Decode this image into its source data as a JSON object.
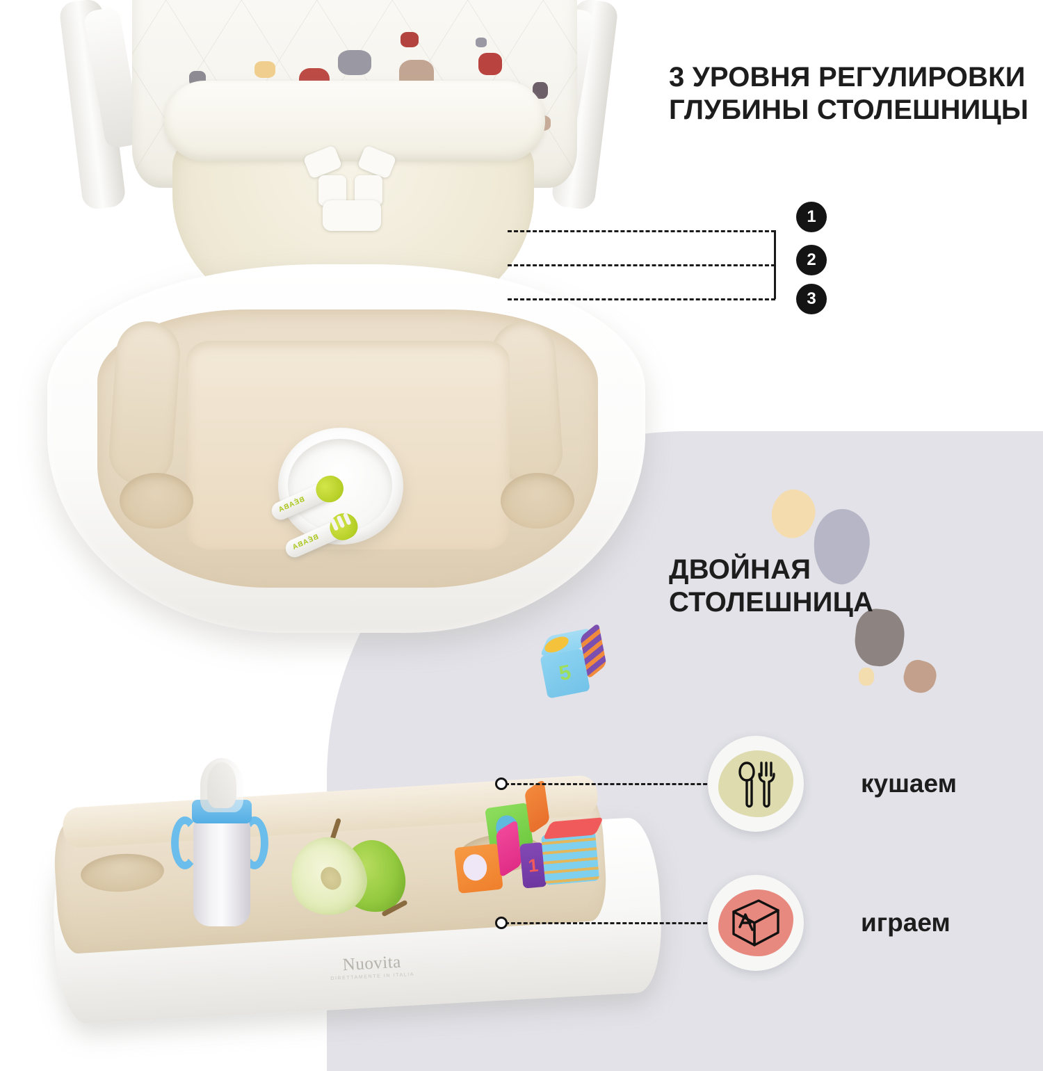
{
  "headings": {
    "depth_adjust": "3 УРОВНЯ РЕГУЛИРОВКИ\nГЛУБИНЫ СТОЛЕШНИЦЫ",
    "double_tray": "ДВОЙНАЯ\nСТОЛЕШНИЦА"
  },
  "depth_levels": [
    {
      "number": "1"
    },
    {
      "number": "2"
    },
    {
      "number": "3"
    }
  ],
  "features": [
    {
      "label": "кушаем",
      "icon": "spoon-fork-icon",
      "blob_color": "#dedbae"
    },
    {
      "label": "играем",
      "icon": "toy-block-icon",
      "blob_color": "#e8897f"
    }
  ],
  "brand": {
    "name": "Nuovita",
    "tagline": "DIRETTAMENTE IN ITALIA"
  },
  "cutlery_brand": "BÉABA",
  "blocks": [
    {
      "digit": "5",
      "top": "#8ed3f0",
      "side": "#7b4fb0",
      "up": "#8ed3f0"
    },
    {
      "digit": "1",
      "top": "#f05a5a",
      "side": "#8348b5",
      "up": "#f6755f"
    }
  ],
  "colors": {
    "panel": "#e2e2e8",
    "ink": "#1d1d1d",
    "badge": "#141414",
    "tray_beige": "#e6d9c2",
    "accent_green": "#a8c417"
  }
}
